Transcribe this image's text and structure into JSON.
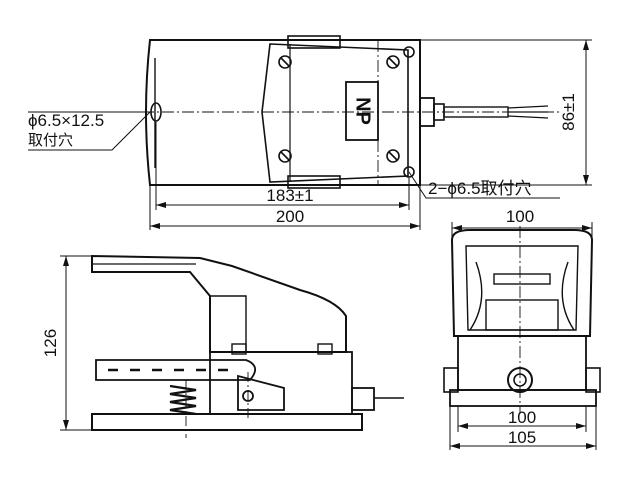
{
  "top_view": {
    "plate_label": "NP",
    "slot_label_line1": "ϕ6.5×12.5",
    "slot_label_line2": "取付穴",
    "hole_label": "2−ϕ6.5取付穴",
    "dim_inner_width": "183±1",
    "dim_overall_width": "200",
    "dim_height": "86±1"
  },
  "side_view": {
    "dim_height": "126"
  },
  "front_view": {
    "dim_top_width": "100",
    "dim_base_inner": "100",
    "dim_base_outer": "105"
  }
}
